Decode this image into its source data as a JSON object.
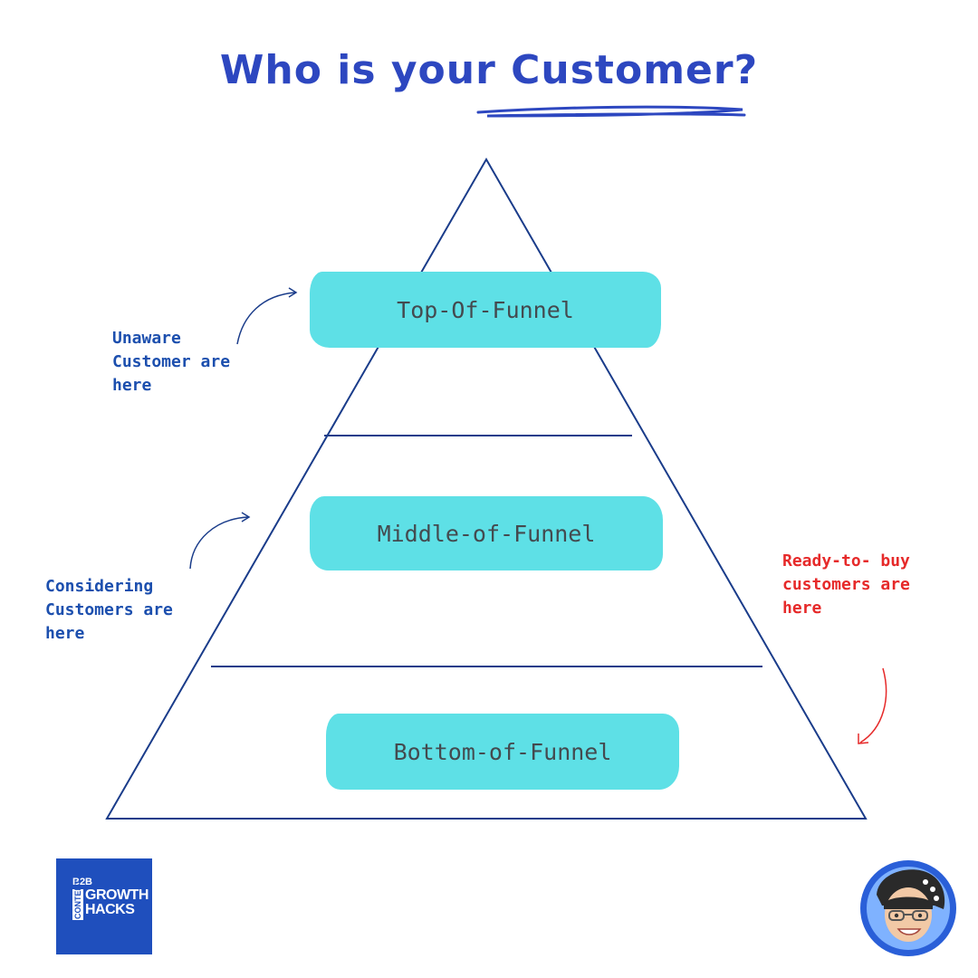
{
  "title": "Who is your Customer?",
  "funnel": {
    "stages": [
      {
        "label": "Top-Of-Funnel"
      },
      {
        "label": "Middle-of-Funnel"
      },
      {
        "label": "Bottom-of-Funnel"
      }
    ]
  },
  "annotations": {
    "unaware": "Unaware\nCustomer are\nhere",
    "considering": "Considering\nCustomers are\nhere",
    "ready": "Ready-to- buy\ncustomers are\nhere"
  },
  "colors": {
    "title": "#2d47c0",
    "band_fill": "#5ee0e6",
    "pyramid_stroke": "#1a3c8a",
    "note_blue": "#1c4fae",
    "note_red": "#e62a2a",
    "logo_bg": "#1f4fbd"
  },
  "logo": {
    "b2b": "B2B",
    "content": "CONTENT",
    "growth": "GROWTH",
    "hacks": "HACKS"
  },
  "icons": {
    "logo": "b2b-content-growth-hacks-logo",
    "avatar": "cartoon-avatar-portrait"
  }
}
